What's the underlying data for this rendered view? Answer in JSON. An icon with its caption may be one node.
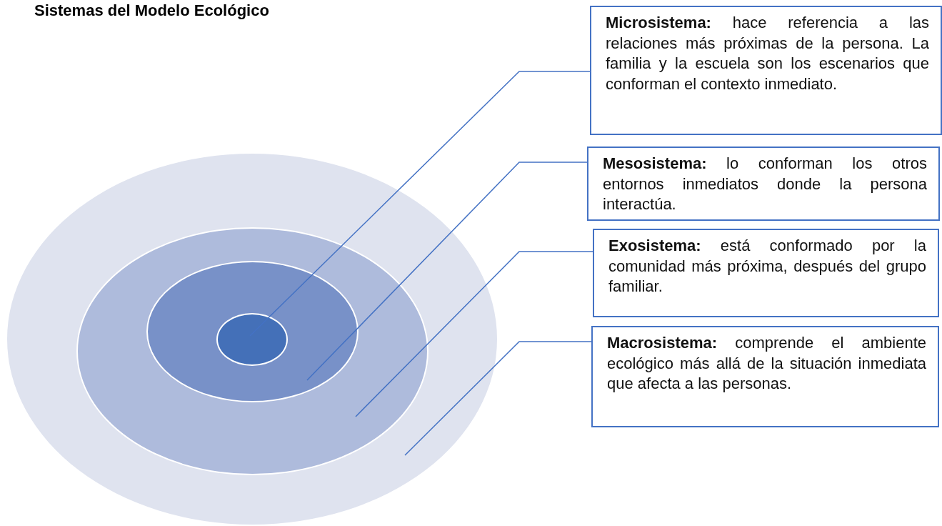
{
  "diagram": {
    "title": "Sistemas del Modelo Ecológico",
    "nodes": [
      {
        "text": [
          "**Microsistema:** hace referencia a las relaciones más próximas de la persona. La familia y la escuela son los escenarios que conforman el contexto inmediato."
        ]
      },
      {
        "text": [
          "**Mesosistema:** lo conforman los otros entornos inmediatos donde la persona interactúa."
        ]
      },
      {
        "text": [
          "**Exosistema:** está conformado por la comunidad más próxima, después del grupo familiar."
        ]
      },
      {
        "text": [
          "**Macrosistema:** comprende el ambiente ecológico más allá de la situación inmediata que afecta a las personas."
        ]
      },
      {
        "text": [],
        "shape": "ellipse"
      },
      {
        "text": [],
        "shape": "ellipse",
        "in": 4
      },
      {
        "text": [],
        "shape": "ellipse",
        "in": 5
      },
      {
        "text": [],
        "shape": "ellipse",
        "in": 6
      }
    ],
    "edges": [
      {
        "from": 0,
        "to": 7,
        "arrow": "none"
      },
      {
        "from": 1,
        "to": 6,
        "arrow": "none"
      },
      {
        "from": 2,
        "to": 5,
        "arrow": "none"
      },
      {
        "from": 3,
        "to": 4,
        "arrow": "none"
      }
    ]
  }
}
